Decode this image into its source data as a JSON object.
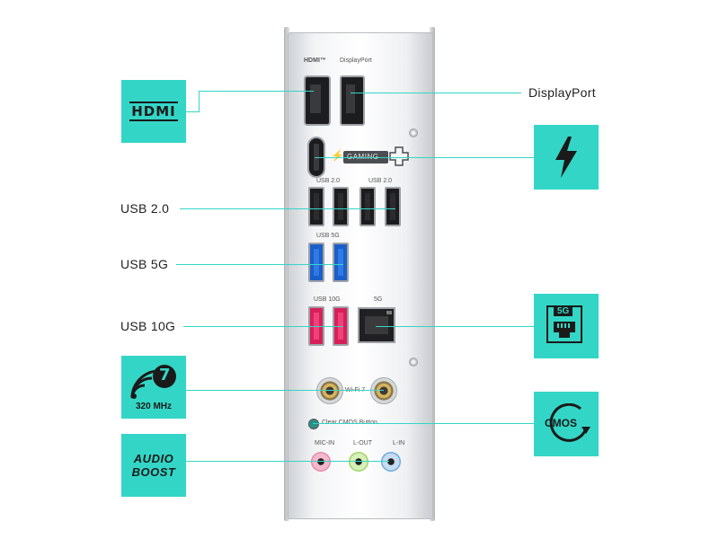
{
  "labels": {
    "displayport": "DisplayPort",
    "usb20": "USB 2.0",
    "usb5g": "USB 5G",
    "usb10g": "USB 10G"
  },
  "tiles": {
    "hdmi_text": "HDMI",
    "lan_text": "5G",
    "wifi_number": "7",
    "wifi_band": "320 MHz",
    "audio_line1": "AUDIO",
    "audio_line2": "BOOST",
    "cmos_text": "CMOS"
  },
  "plate": {
    "hdmi_tm": "HDMI™",
    "displayport": "DisplayPort",
    "gaming": "GAMING",
    "usb20_left": "USB 2.0",
    "usb20_right": "USB 2.0",
    "usb5g": "USB 5G",
    "usb10g": "USB 10G",
    "lan5g": "5G",
    "wifi": "Wi-Fi 7",
    "clear_cmos": "Clear CMOS Button",
    "mic_in": "MIC-IN",
    "l_out": "L-OUT",
    "l_in": "L-IN"
  },
  "colors": {
    "accent": "#33d6c6",
    "usb5g": "#1a5fc8",
    "usb10g": "#d81f5a",
    "mic": "#e88aa8",
    "line_out": "#9fd26a",
    "line_in": "#6fa8dc"
  }
}
